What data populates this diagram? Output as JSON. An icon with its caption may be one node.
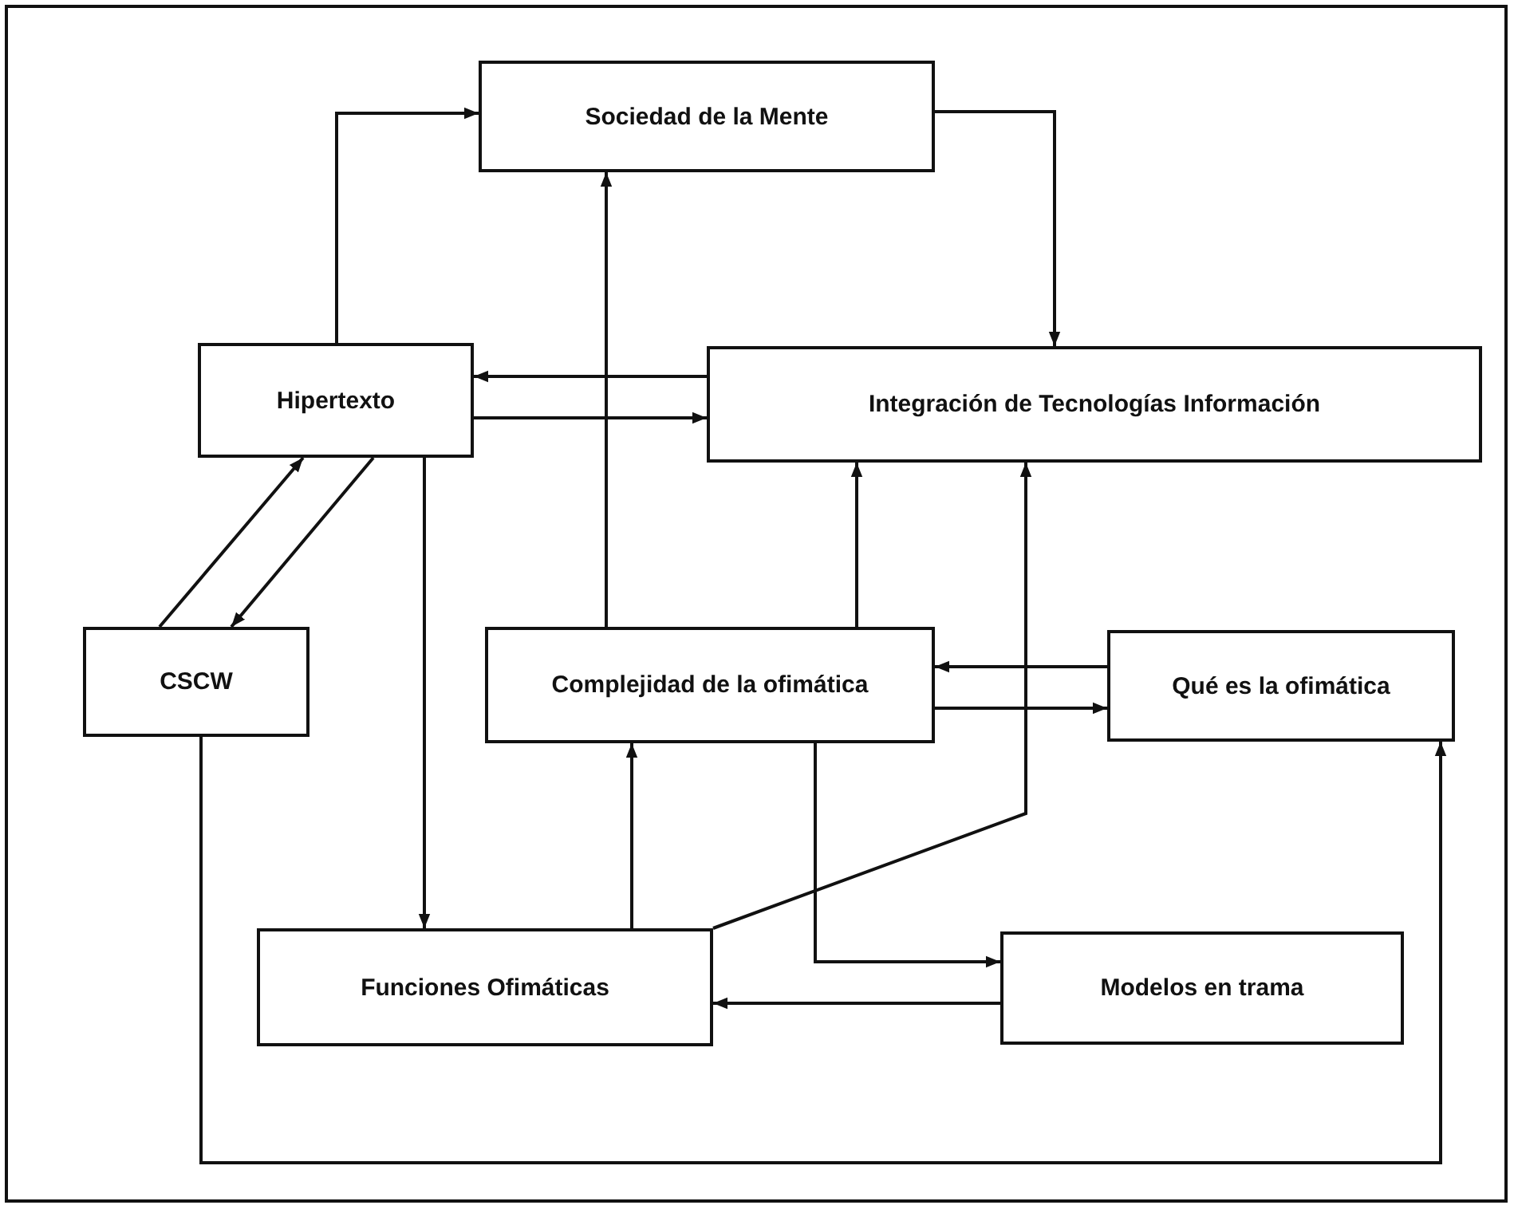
{
  "diagram": {
    "nodes": [
      {
        "text": [
          "Sociedad de la Mente"
        ]
      },
      {
        "text": [
          "Hipertexto"
        ]
      },
      {
        "text": [
          "Integración de Tecnologías Información"
        ]
      },
      {
        "text": [
          "CSCW"
        ]
      },
      {
        "text": [
          "Complejidad de la ofimática"
        ]
      },
      {
        "text": [
          "Qué es la ofimática"
        ]
      },
      {
        "text": [
          "Funciones Ofimáticas"
        ]
      },
      {
        "text": [
          "Modelos en trama"
        ]
      }
    ],
    "edges": [
      {
        "from": 1,
        "to": 0,
        "arrow": "to"
      },
      {
        "from": 0,
        "to": 2,
        "arrow": "to"
      },
      {
        "from": 2,
        "to": 1,
        "arrow": "to"
      },
      {
        "from": 1,
        "to": 2,
        "arrow": "to"
      },
      {
        "from": 3,
        "to": 1,
        "arrow": "to"
      },
      {
        "from": 1,
        "to": 3,
        "arrow": "to"
      },
      {
        "from": 1,
        "to": 6,
        "arrow": "to"
      },
      {
        "from": 4,
        "to": 0,
        "arrow": "to"
      },
      {
        "from": 4,
        "to": 2,
        "arrow": "to"
      },
      {
        "from": 6,
        "to": 2,
        "arrow": "to"
      },
      {
        "from": 6,
        "to": 4,
        "arrow": "to"
      },
      {
        "from": 5,
        "to": 4,
        "arrow": "to"
      },
      {
        "from": 4,
        "to": 5,
        "arrow": "to"
      },
      {
        "from": 4,
        "to": 7,
        "arrow": "to"
      },
      {
        "from": 7,
        "to": 6,
        "arrow": "to"
      },
      {
        "from": 3,
        "to": 5,
        "arrow": "to"
      }
    ]
  }
}
